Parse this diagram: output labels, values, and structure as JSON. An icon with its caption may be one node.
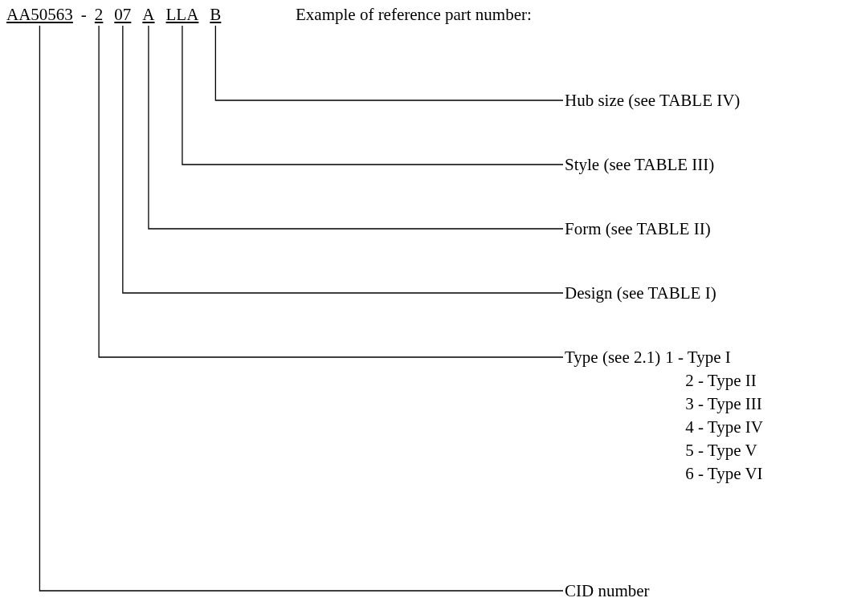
{
  "diagram": {
    "nodes": [
      {
        "text": [
          "AA50563"
        ]
      },
      {
        "text": [
          "2"
        ]
      },
      {
        "text": [
          "07"
        ]
      },
      {
        "text": [
          "A"
        ]
      },
      {
        "text": [
          "LLA"
        ]
      },
      {
        "text": [
          "B"
        ]
      },
      {
        "text": [
          "Hub size (see TABLE IV)"
        ]
      },
      {
        "text": [
          "Style (see TABLE III)"
        ]
      },
      {
        "text": [
          "Form (see TABLE II)"
        ]
      },
      {
        "text": [
          "Design (see TABLE I)"
        ]
      },
      {
        "text": [
          "Type (see 2.1)"
        ],
        "beside": [
          "1 - Type I",
          "2 - Type II",
          "3 - Type III",
          "4 - Type IV",
          "5 - Type V",
          "6 - Type VI"
        ]
      },
      {
        "text": [
          "CID number"
        ]
      }
    ],
    "edges": [
      {
        "from": 5,
        "to": 6,
        "arrow": "none"
      },
      {
        "from": 4,
        "to": 7,
        "arrow": "none"
      },
      {
        "from": 3,
        "to": 8,
        "arrow": "none"
      },
      {
        "from": 2,
        "to": 9,
        "arrow": "none"
      },
      {
        "from": 1,
        "to": 10,
        "arrow": "none"
      },
      {
        "from": 0,
        "to": 11,
        "arrow": "none"
      }
    ],
    "labels": [
      "-",
      "Example of reference part number:"
    ]
  }
}
